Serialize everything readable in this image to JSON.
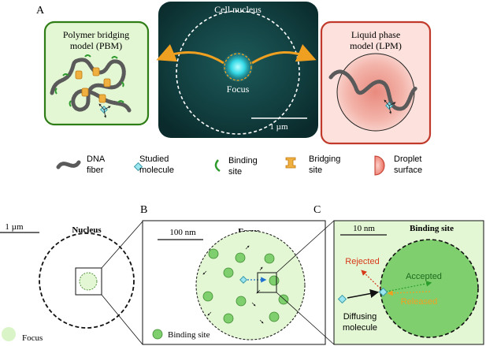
{
  "panels": {
    "a": "A",
    "b": "B",
    "c": "C"
  },
  "panel_a": {
    "nucleus_label": "Cell nucleus",
    "focus_label": "Focus",
    "scale": "1 µm",
    "pbm_title_1": "Polymer bridging",
    "pbm_title_2": "model (PBM)",
    "lpm_title_1": "Liquid phase",
    "lpm_title_2": "model (LPM)"
  },
  "legend": {
    "dna_1": "DNA",
    "dna_2": "fiber",
    "molecule_1": "Studied",
    "molecule_2": "molecule",
    "binding_1": "Binding",
    "binding_2": "site",
    "bridging_1": "Bridging",
    "bridging_2": "site",
    "droplet_1": "Droplet",
    "droplet_2": "surface"
  },
  "panel_b": {
    "scale": "1 µm",
    "nucleus_label": "Nucleus",
    "focus_legend": "Focus",
    "zoom_scale": "100 nm",
    "zoom_title": "Focus",
    "binding_legend": "Binding site"
  },
  "panel_c": {
    "scale": "10 nm",
    "title": "Binding site",
    "rejected": "Rejected",
    "accepted": "Accepted",
    "released": "Released",
    "diffusing_1": "Diffusing",
    "diffusing_2": "molecule"
  },
  "colors": {
    "green_border": "#2e7d16",
    "green_fill": "#e4f7d4",
    "red_border": "#c0392b",
    "red_fill": "#fde1dc",
    "orange": "#f0a020",
    "cyan": "#29c6d6",
    "nucleus_bg": "#0f3a3a",
    "accepted_green": "#2a9d2a",
    "rejected_red": "#d63a1a",
    "released_orange": "#f0a020"
  }
}
